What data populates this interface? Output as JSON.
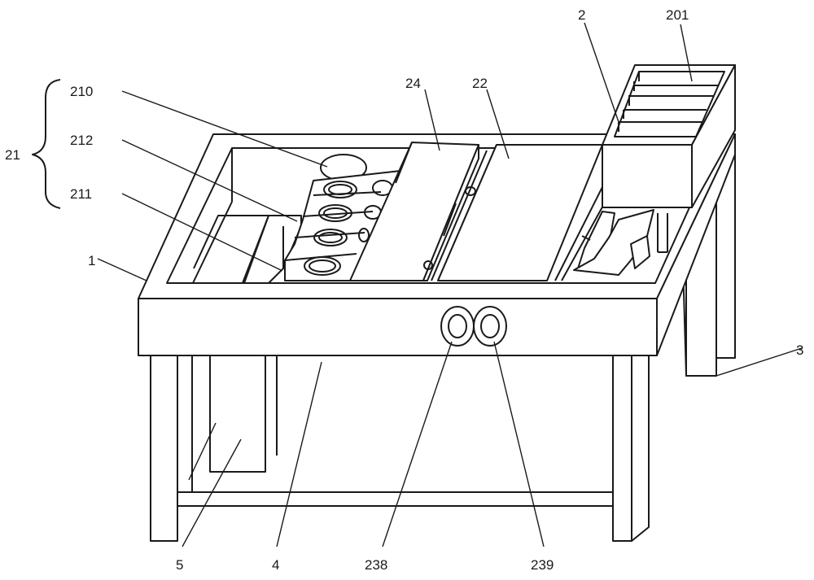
{
  "labels": {
    "l210": "210",
    "l212": "212",
    "l211": "211",
    "l21": "21",
    "l24": "24",
    "l22": "22",
    "l2": "2",
    "l201": "201",
    "l1": "1",
    "l3": "3",
    "l5": "5",
    "l4": "4",
    "l238": "238",
    "l239": "239"
  }
}
